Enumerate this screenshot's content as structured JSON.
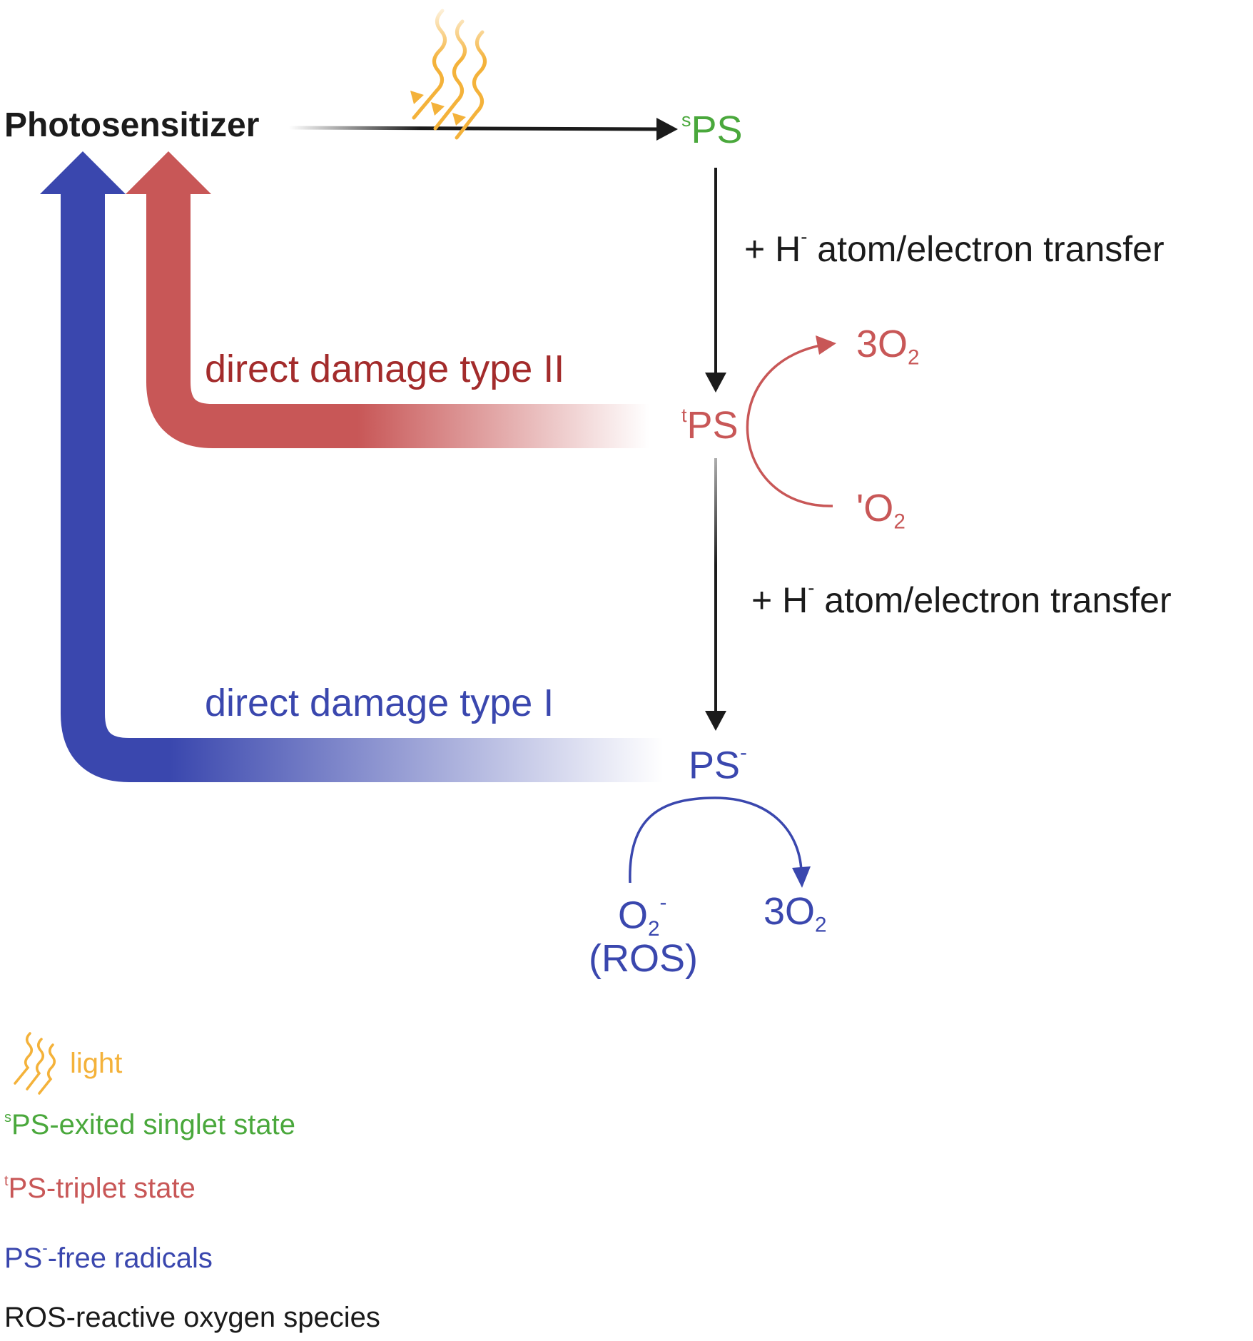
{
  "title": "Photosensitizer",
  "states": {
    "singlet": {
      "sup": "s",
      "main": "PS"
    },
    "triplet": {
      "sup": "t",
      "main": "PS"
    },
    "radical": {
      "main": "PS",
      "sup": "-"
    }
  },
  "transfer_labels": [
    {
      "prefix": "+ H",
      "sup": "-",
      "suffix": " atom/electron transfer"
    },
    {
      "prefix": "+ H",
      "sup": "-",
      "suffix": " atom/electron transfer"
    }
  ],
  "damage": {
    "type2": "direct damage  type II",
    "type1": "direct damage  type I"
  },
  "oxygen": {
    "triplet_out_main": "3O",
    "triplet_out_sub": "2",
    "singlet_in_main": "'O",
    "singlet_in_sub": "2",
    "superoxide_main": "O",
    "superoxide_sub": "2",
    "superoxide_sup": "-",
    "ros": "(ROS)",
    "o2_out_main": "3O",
    "o2_out_sub": "2"
  },
  "legend": {
    "light": "light",
    "singlet_sup": "s",
    "singlet_text": "PS-exited singlet state",
    "triplet_sup": "t",
    "triplet_text": "PS-triplet state",
    "radical_main": "PS",
    "radical_sup": "-",
    "radical_text": "-free radicals",
    "ros_text": "ROS-reactive oxygen species"
  },
  "colors": {
    "black": "#1b1b1b",
    "green": "#4aa83c",
    "red": "#c85757",
    "darkred": "#a32b2b",
    "blue": "#3a47ae",
    "orange": "#f4b23a"
  },
  "icons": [
    "light-icon",
    "arrow-icon"
  ]
}
